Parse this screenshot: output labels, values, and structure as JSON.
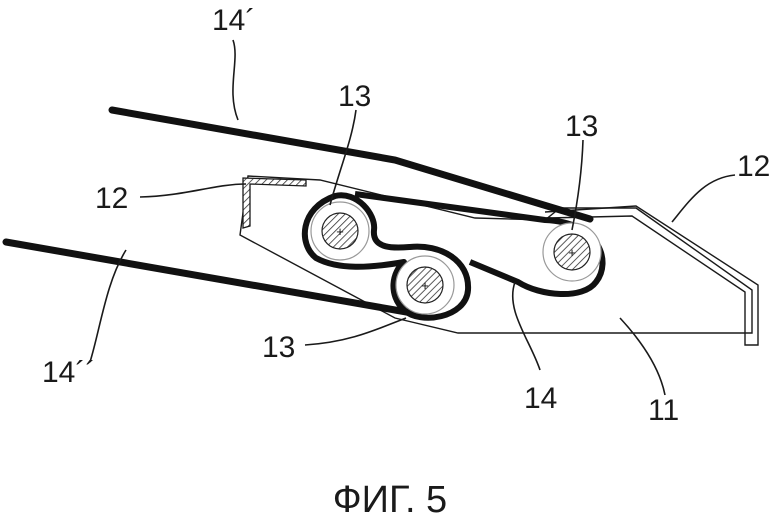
{
  "figure": {
    "caption": "ФИГ. 5",
    "labels": {
      "sheet_upper": "14´",
      "sheet_lower": "14´´",
      "belt": "14",
      "base": "11",
      "frame_left": "12",
      "frame_right": "12",
      "roller_a": "13",
      "roller_b": "13",
      "roller_c": "13"
    }
  }
}
